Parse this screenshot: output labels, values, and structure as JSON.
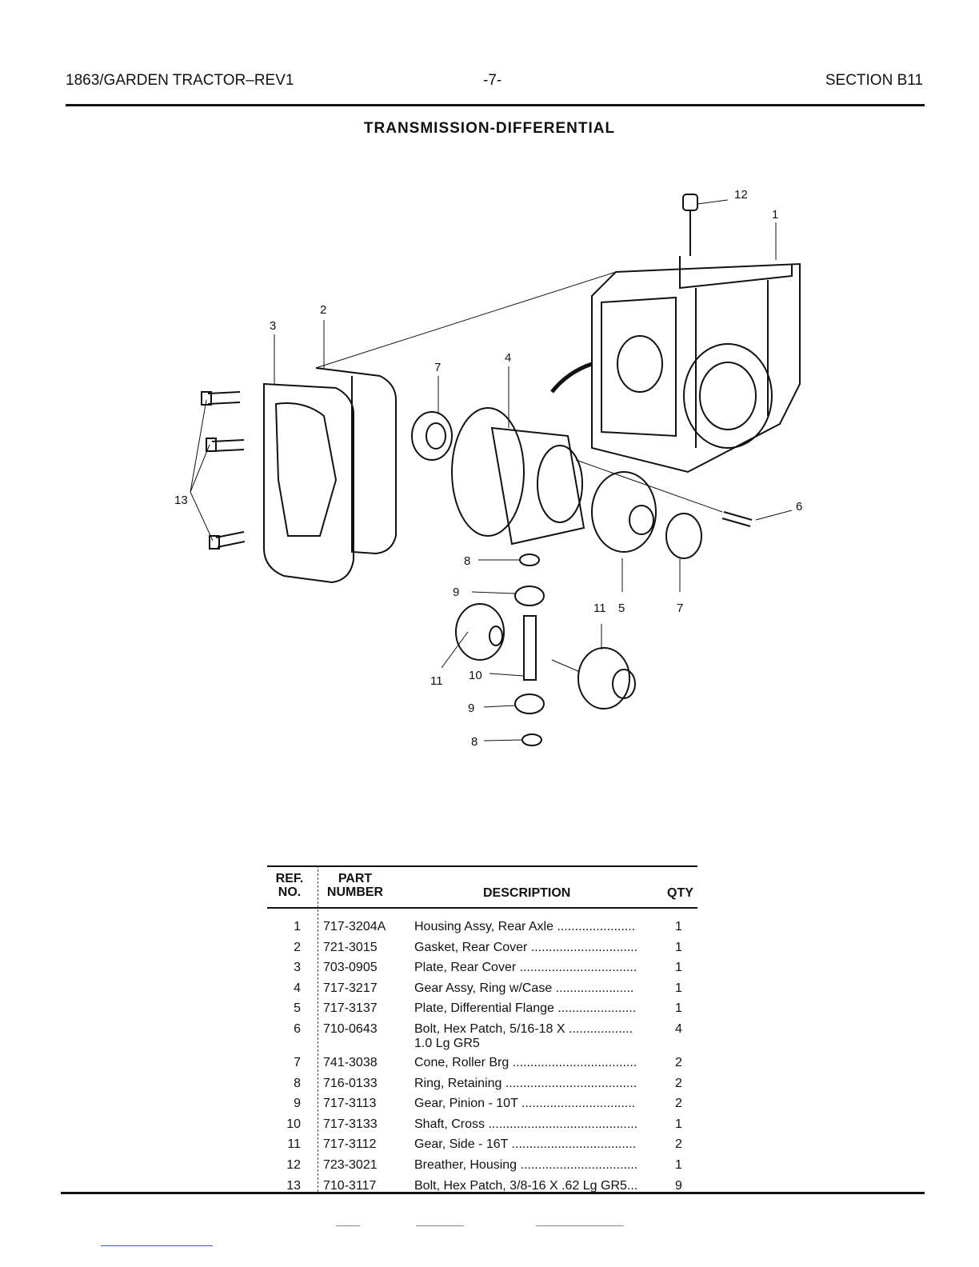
{
  "header": {
    "left": "1863/GARDEN TRACTOR–REV1",
    "center": "-7-",
    "right": "SECTION B11"
  },
  "title": "TRANSMISSION-DIFFERENTIAL",
  "callouts": {
    "c12": "12",
    "c1": "1",
    "c2": "2",
    "c3": "3",
    "c4": "4",
    "c7a": "7",
    "c13": "13",
    "c6": "6",
    "c8a": "8",
    "c9a": "9",
    "c11a": "11",
    "c5": "5",
    "c7b": "7",
    "c11b": "11",
    "c10": "10",
    "c9b": "9",
    "c8b": "8"
  },
  "table": {
    "headers": {
      "ref": "REF.\nNO.",
      "part": "PART\nNUMBER",
      "desc": "DESCRIPTION",
      "qty": "QTY"
    },
    "rows": [
      {
        "ref": "1",
        "part": "717-3204A",
        "desc": "Housing Assy, Rear Axle ......................",
        "qty": "1"
      },
      {
        "ref": "2",
        "part": "721-3015",
        "desc": "Gasket, Rear Cover ..............................",
        "qty": "1"
      },
      {
        "ref": "3",
        "part": "703-0905",
        "desc": "Plate, Rear Cover .................................",
        "qty": "1"
      },
      {
        "ref": "4",
        "part": "717-3217",
        "desc": "Gear Assy, Ring w/Case ......................",
        "qty": "1"
      },
      {
        "ref": "5",
        "part": "717-3137",
        "desc": "Plate, Differential Flange ......................",
        "qty": "1"
      },
      {
        "ref": "6",
        "part": "710-0643",
        "desc": "Bolt, Hex Patch, 5/16-18 X ..................\n1.0 Lg GR5",
        "qty": "4"
      },
      {
        "ref": "7",
        "part": "741-3038",
        "desc": "Cone, Roller Brg ...................................",
        "qty": "2"
      },
      {
        "ref": "8",
        "part": "716-0133",
        "desc": "Ring, Retaining .....................................",
        "qty": "2"
      },
      {
        "ref": "9",
        "part": "717-3113",
        "desc": "Gear, Pinion - 10T ................................",
        "qty": "2"
      },
      {
        "ref": "10",
        "part": "717-3133",
        "desc": "Shaft, Cross ..........................................",
        "qty": "1"
      },
      {
        "ref": "11",
        "part": "717-3112",
        "desc": "Gear, Side - 16T ...................................",
        "qty": "2"
      },
      {
        "ref": "12",
        "part": "723-3021",
        "desc": "Breather, Housing .................................",
        "qty": "1"
      },
      {
        "ref": "13",
        "part": "710-3117",
        "desc": "Bolt, Hex Patch, 3/8-16 X .62 Lg GR5...",
        "qty": "9"
      }
    ]
  }
}
